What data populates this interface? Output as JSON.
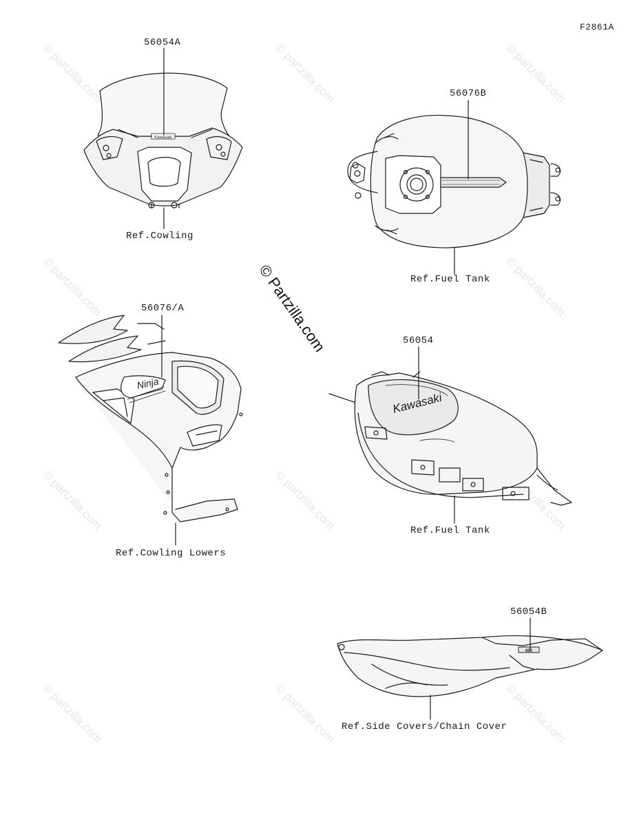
{
  "figure_code": "F2861A",
  "watermark": {
    "center_text": "© Partzilla.com",
    "tile_text": "© partzilla.com"
  },
  "callouts": {
    "part_56054A": "56054A",
    "part_56076B": "56076B",
    "part_56076A": "56076/A",
    "part_56054": "56054",
    "part_56054B": "56054B"
  },
  "references": {
    "cowling": "Ref.Cowling",
    "fuel_tank_top": "Ref.Fuel Tank",
    "cowling_lowers": "Ref.Cowling Lowers",
    "fuel_tank_side": "Ref.Fuel Tank",
    "side_covers": "Ref.Side Covers/Chain Cover"
  },
  "decal_text": {
    "windscreen_logo": "Kawasaki",
    "tank_logo": "Kawasaki",
    "fairing_logo": "Ninja",
    "tail_logo": "650"
  },
  "colors": {
    "line": "#1a1a1a",
    "watermark": "#e6e6e6",
    "background": "#ffffff"
  }
}
